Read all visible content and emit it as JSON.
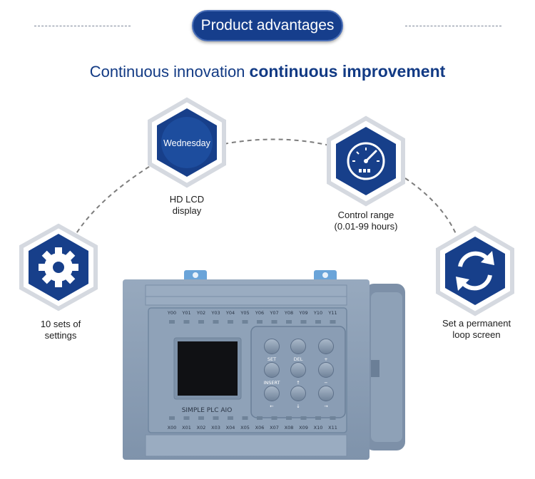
{
  "header": {
    "badge": "Product advantages",
    "headline_light": "Continuous innovation",
    "headline_bold": "continuous improvement"
  },
  "features": [
    {
      "label": "10 sets of\nsettings",
      "icon": "gear-icon"
    },
    {
      "label": "HD LCD\ndisplay",
      "icon_text": "Wednesday"
    },
    {
      "label": "Control range\n(0.01-99 hours)",
      "icon": "gauge-icon"
    },
    {
      "label": "Set a permanent\nloop screen",
      "icon": "refresh-icon"
    }
  ],
  "device": {
    "top_terminals": [
      "Y00",
      "Y01",
      "Y02",
      "Y03",
      "Y04",
      "Y05",
      "Y06",
      "Y07",
      "Y08",
      "Y09",
      "Y10",
      "Y11"
    ],
    "bottom_terminals": [
      "X00",
      "X01",
      "X02",
      "X03",
      "X04",
      "X05",
      "X06",
      "X07",
      "X08",
      "X09",
      "X10",
      "X11"
    ],
    "brand": "SIMPLE PLC AIO",
    "key_labels": [
      "SET",
      "DEL",
      "+",
      "INSERT",
      "↑",
      "−",
      "←",
      "↓",
      "→"
    ]
  },
  "colors": {
    "navy": "#173f8a",
    "device": "#8c9fb6"
  }
}
